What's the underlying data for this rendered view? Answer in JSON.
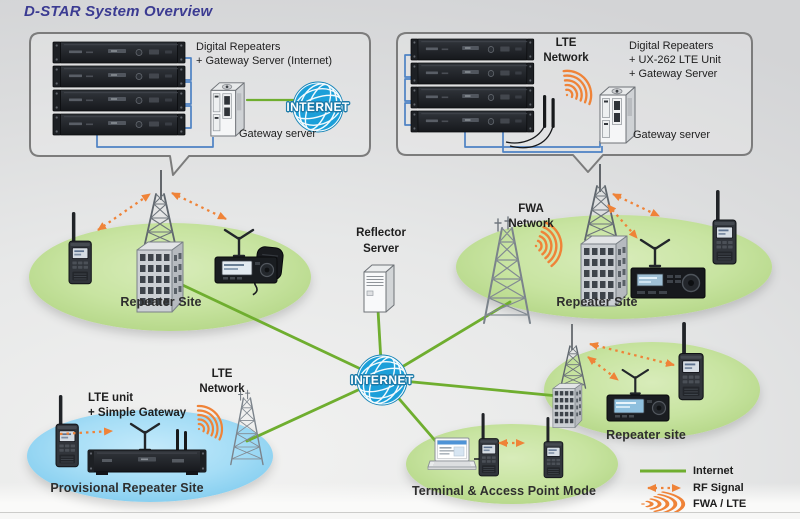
{
  "title": "D-STAR System Overview",
  "colors": {
    "title": "#3b3b92",
    "internet_line": "#6fae2f",
    "rf_signal_orange": "#ef8338",
    "site_green": "#c8e4a1",
    "site_blue": "#a5ddf6",
    "internet_globe_blue": "#1b9fd9",
    "wire_blue": "#4d82c4"
  },
  "boxes": {
    "left": {
      "line1": "Digital Repeaters",
      "line2": "+ Gateway Server (Internet)",
      "gateway": "Gateway server",
      "internet": "INTERNET"
    },
    "right": {
      "network1": "LTE",
      "network2": "Network",
      "line1": "Digital Repeaters",
      "line2": "+ UX-262  LTE Unit",
      "line3": "+ Gateway Server",
      "gateway": "Gateway server"
    }
  },
  "center": {
    "reflector1": "Reflector",
    "reflector2": "Server",
    "internet": "INTERNET"
  },
  "sites": {
    "left": {
      "label": "Repeater Site"
    },
    "fwa": {
      "label": "Repeater Site",
      "network1": "FWA",
      "network2": "Network"
    },
    "lower_right": {
      "label": "Repeater site"
    },
    "terminal": {
      "label": "Terminal & Access Point Mode"
    },
    "provisional": {
      "label": "Provisional Repeater Site",
      "unit1": "LTE unit",
      "unit2": "+ Simple Gateway",
      "network1": "LTE",
      "network2": "Network"
    }
  },
  "legend": {
    "internet": "Internet",
    "rf": "RF Signal",
    "fwa": "FWA / LTE"
  }
}
